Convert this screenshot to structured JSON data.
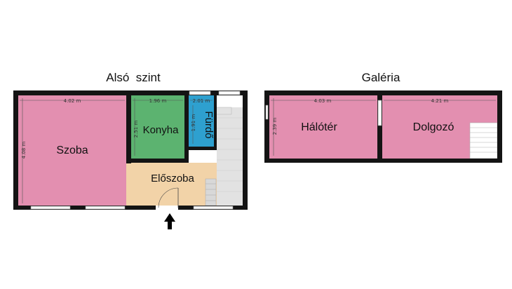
{
  "floors": {
    "lower": {
      "title": "Alsó  szint",
      "rooms": {
        "szoba": "Szoba",
        "konyha": "Konyha",
        "furdo": "Fürdő",
        "eloszoba": "Előszoba"
      },
      "dimensions": {
        "szoba_width": "4.02 m",
        "szoba_height": "4.08 m",
        "konyha_width": "1.96 m",
        "konyha_height": "2.51 m",
        "furdo_width": "2.01 m",
        "furdo_height": "1.91 m"
      }
    },
    "gallery": {
      "title": "Galéria",
      "rooms": {
        "haloter": "Hálótér",
        "dolgozo": "Dolgozó"
      },
      "dimensions": {
        "haloter_width": "4.03 m",
        "haloter_height": "2.39 m",
        "dolgozo_width": "4.21 m"
      }
    }
  },
  "colors": {
    "szoba": "#e38fb0",
    "konyha": "#5cb370",
    "furdo": "#2ea0cf",
    "eloszoba": "#f2d3a8",
    "stairs": "#b9b9b9",
    "walls": "#141414"
  },
  "entrance_icon": "arrow-up-icon"
}
